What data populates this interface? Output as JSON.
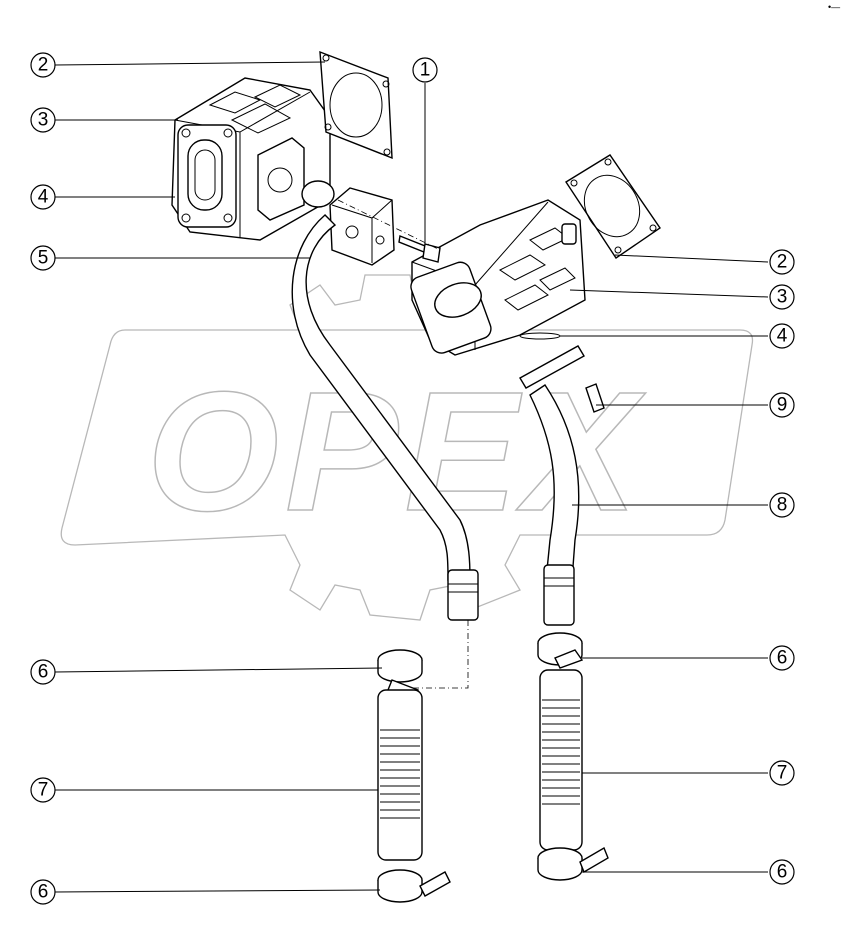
{
  "watermark": {
    "text": "OPEX"
  },
  "corner_mark": "•—",
  "callouts": [
    {
      "id": "c1",
      "label": "1"
    },
    {
      "id": "c2a",
      "label": "2"
    },
    {
      "id": "c3a",
      "label": "3"
    },
    {
      "id": "c4a",
      "label": "4"
    },
    {
      "id": "c5",
      "label": "5"
    },
    {
      "id": "c2b",
      "label": "2"
    },
    {
      "id": "c3b",
      "label": "3"
    },
    {
      "id": "c4b",
      "label": "4"
    },
    {
      "id": "c9",
      "label": "9"
    },
    {
      "id": "c8",
      "label": "8"
    },
    {
      "id": "c6a",
      "label": "6"
    },
    {
      "id": "c6b",
      "label": "6"
    },
    {
      "id": "c7a",
      "label": "7"
    },
    {
      "id": "c7b",
      "label": "7"
    },
    {
      "id": "c6c",
      "label": "6"
    },
    {
      "id": "c6d",
      "label": "6"
    }
  ]
}
